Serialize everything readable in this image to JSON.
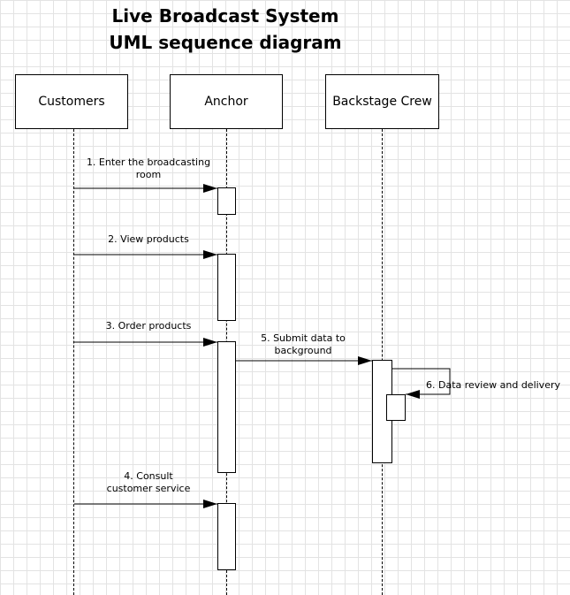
{
  "title": {
    "line1": "Live Broadcast System",
    "line2": "UML sequence diagram"
  },
  "actors": {
    "customers": "Customers",
    "anchor": "Anchor",
    "crew": "Backstage Crew"
  },
  "messages": {
    "m1_line1": "1. Enter the broadcasting",
    "m1_line2": "room",
    "m2": "2. View products",
    "m3": "3. Order products",
    "m4_line1": "4. Consult",
    "m4_line2": "customer service",
    "m5_line1": "5. Submit data to",
    "m5_line2": "background",
    "m6": "6. Data review and delivery"
  }
}
